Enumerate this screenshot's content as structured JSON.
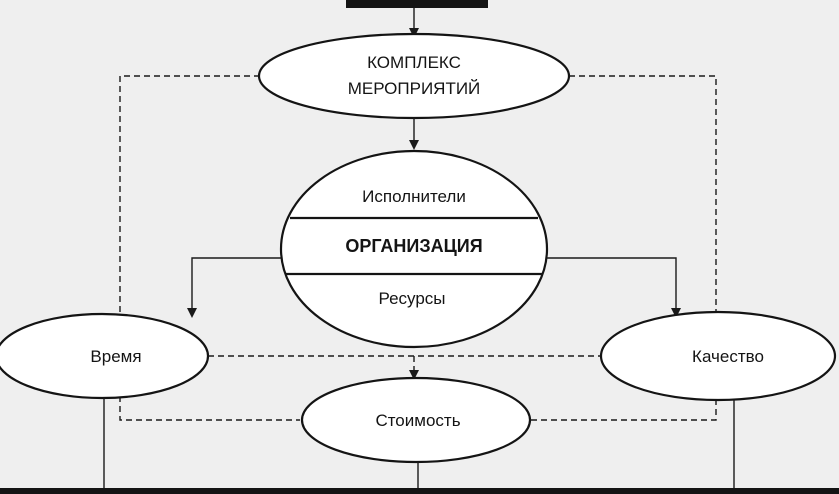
{
  "nodes": {
    "complex_line1": "КОМПЛЕКС",
    "complex_line2": "МЕРОПРИЯТИЙ",
    "executors": "Исполнители",
    "organization": "ОРГАНИЗАЦИЯ",
    "resources": "Ресурсы",
    "time": "Время",
    "quality": "Качество",
    "cost": "Стоимость"
  },
  "colors": {
    "stroke": "#141414",
    "background": "#efefef",
    "fill": "#ffffff"
  }
}
